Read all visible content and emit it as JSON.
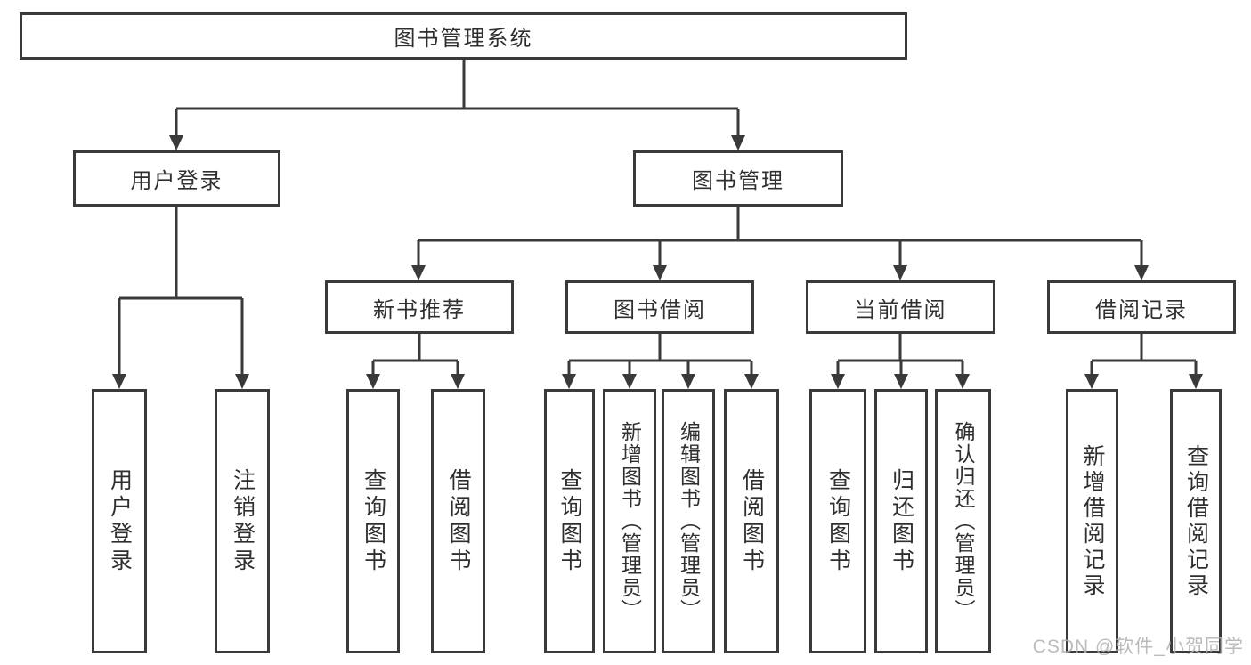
{
  "diagram": {
    "root": {
      "label": "图书管理系统"
    },
    "level2": [
      {
        "label": "用户登录"
      },
      {
        "label": "图书管理"
      }
    ],
    "level3": [
      {
        "label": "新书推荐",
        "parent": "图书管理"
      },
      {
        "label": "图书借阅",
        "parent": "图书管理"
      },
      {
        "label": "当前借阅",
        "parent": "图书管理"
      },
      {
        "label": "借阅记录",
        "parent": "图书管理"
      }
    ],
    "leaves": [
      {
        "label": "用户登录",
        "parent": "用户登录"
      },
      {
        "label": "注销登录",
        "parent": "用户登录"
      },
      {
        "label": "查询图书",
        "parent": "新书推荐"
      },
      {
        "label": "借阅图书",
        "parent": "新书推荐"
      },
      {
        "label": "查询图书",
        "parent": "图书借阅"
      },
      {
        "label": "新增图书（管理员）",
        "parent": "图书借阅"
      },
      {
        "label": "编辑图书（管理员）",
        "parent": "图书借阅"
      },
      {
        "label": "借阅图书",
        "parent": "图书借阅"
      },
      {
        "label": "查询图书",
        "parent": "当前借阅"
      },
      {
        "label": "归还图书",
        "parent": "当前借阅"
      },
      {
        "label": "确认归还（管理员）",
        "parent": "当前借阅"
      },
      {
        "label": "新增借阅记录",
        "parent": "借阅记录"
      },
      {
        "label": "查询借阅记录",
        "parent": "借阅记录"
      }
    ]
  },
  "watermark": "CSDN @软件_小贺同学",
  "colors": {
    "line": "#3a3a3a",
    "text": "#2f2f2f",
    "background": "#ffffff",
    "watermark": "#b0b0b0"
  }
}
